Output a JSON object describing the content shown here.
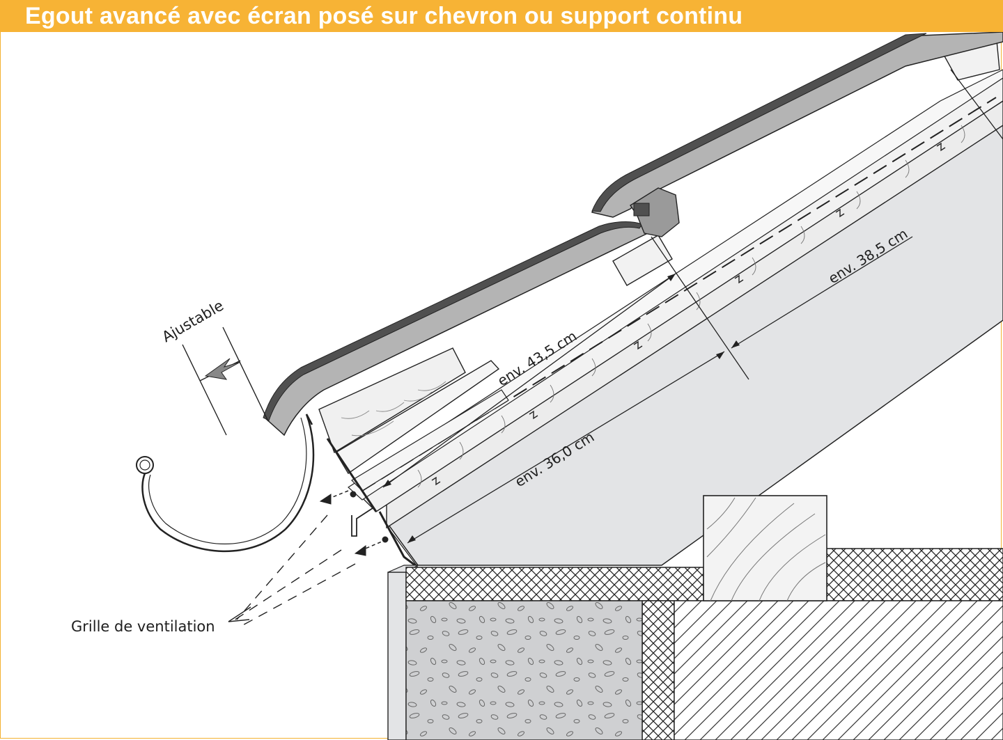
{
  "title": "Egout avancé avec écran posé sur chevron ou support continu",
  "labels": {
    "adjustable": "Ajustable",
    "ventilation_grille": "Grille de ventilation",
    "dim_43": "env. 43,5 cm",
    "dim_38": "env. 38,5 cm",
    "dim_36": "env. 36,0 cm"
  },
  "colors": {
    "accent": "#f7b335",
    "tile_dark": "#505050",
    "tile_light": "#b4b4b4",
    "membrane_fill": "#e3e4e6",
    "concrete": "#cfd0d2"
  }
}
